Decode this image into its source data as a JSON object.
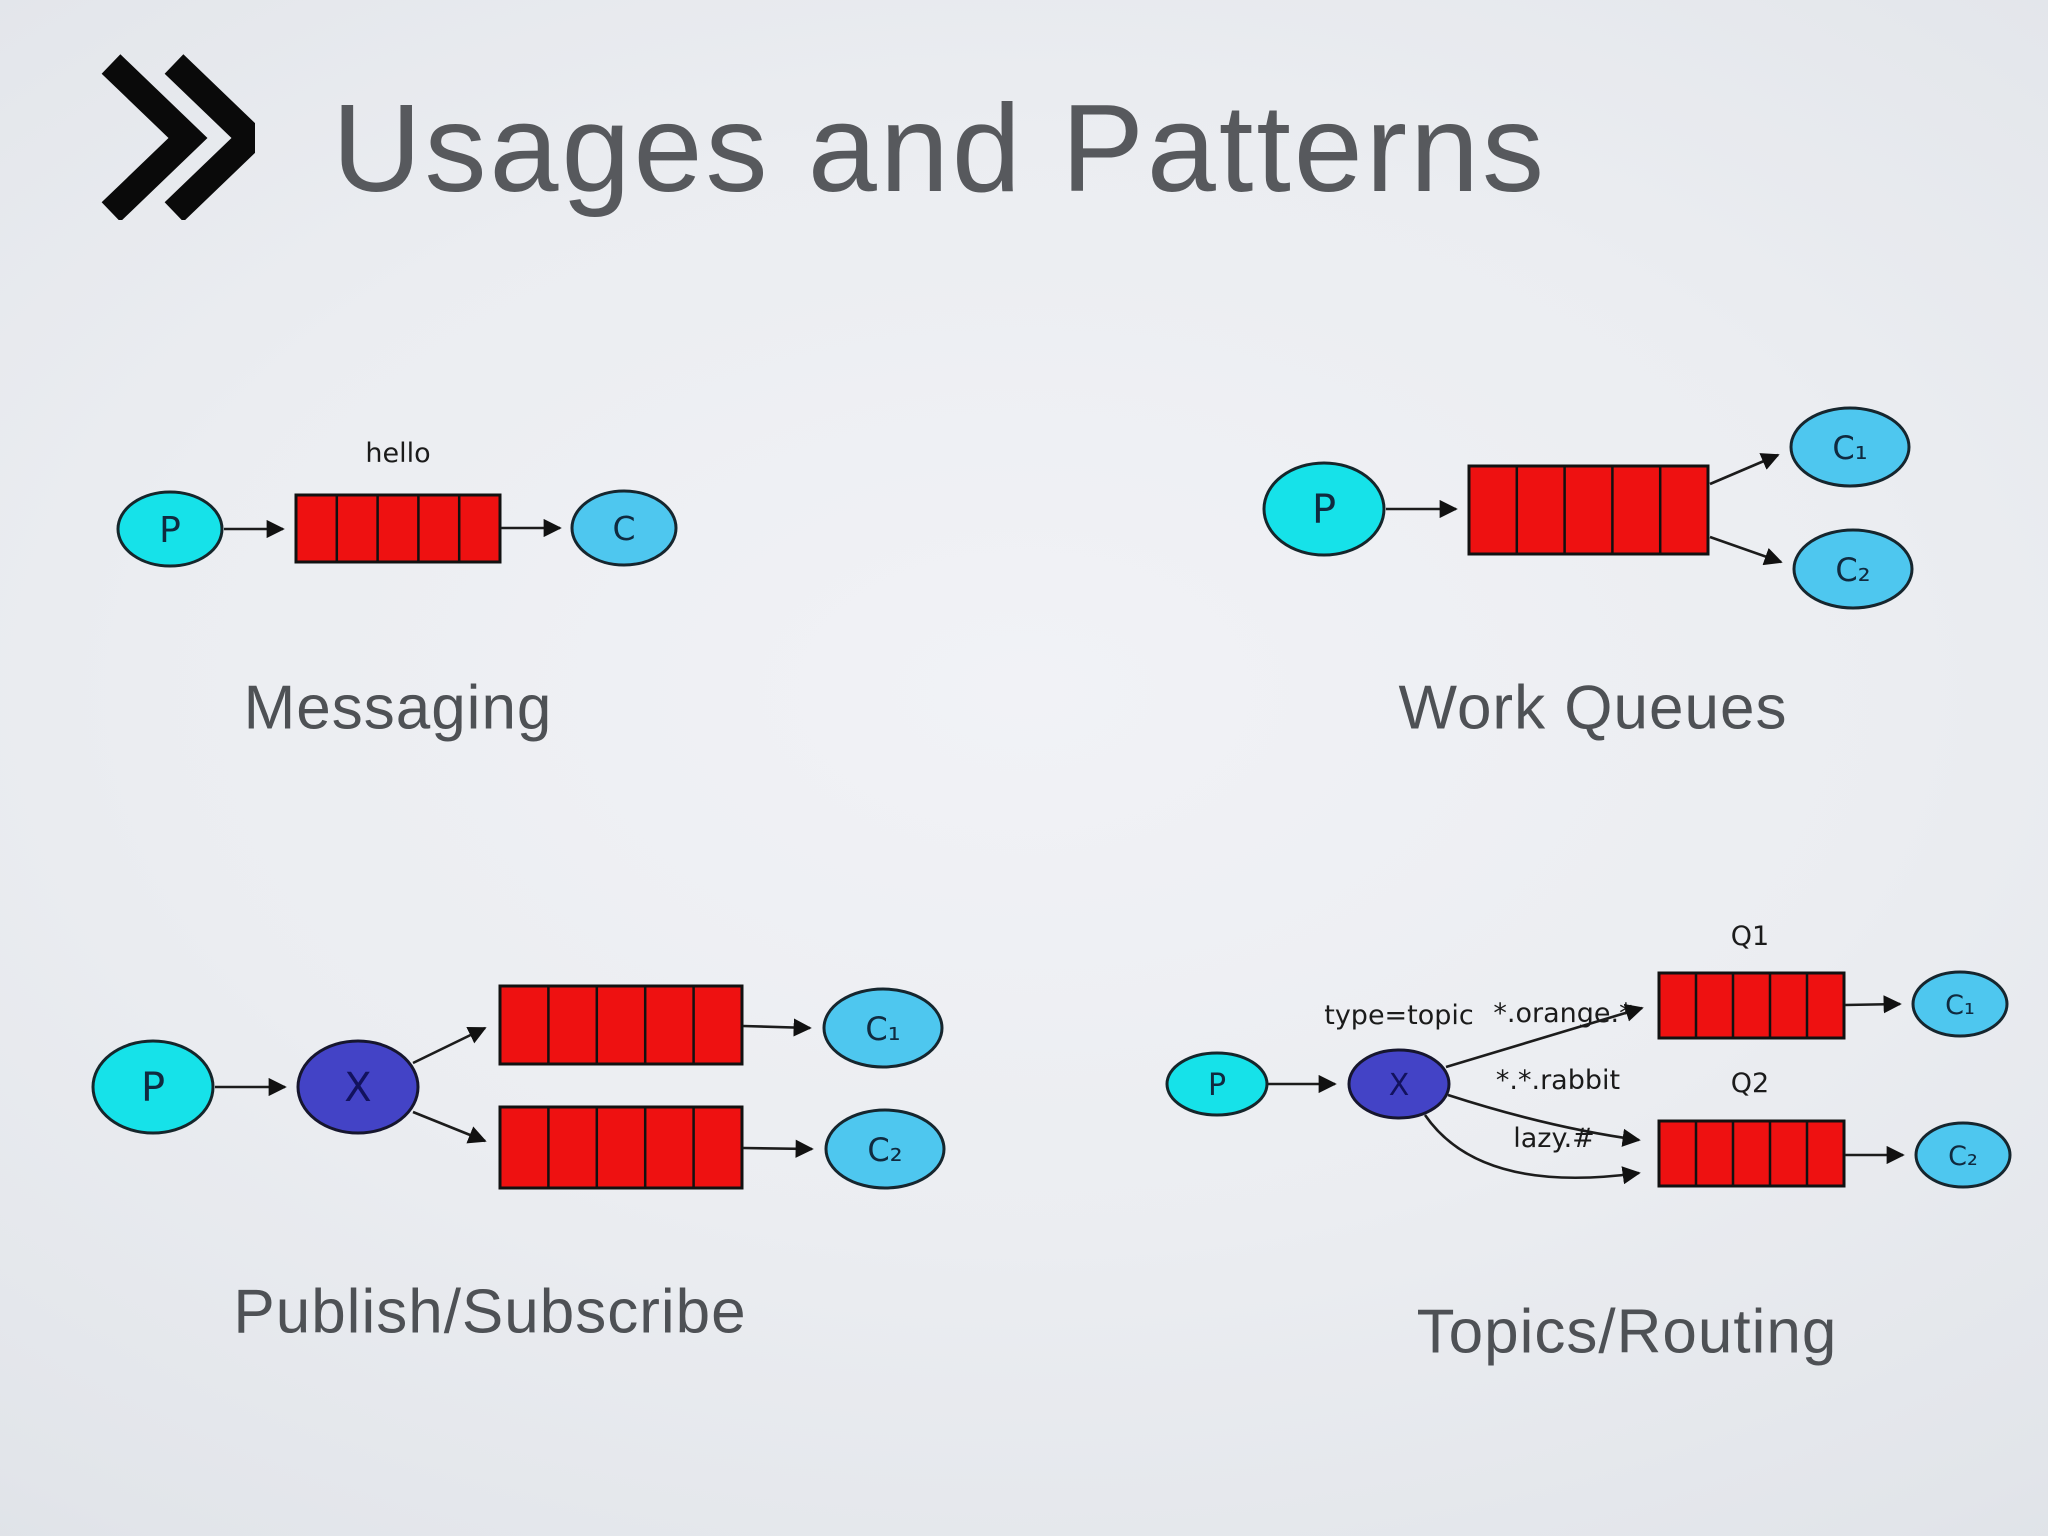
{
  "title": {
    "text": "Usages and Patterns",
    "icon": "double-chevron-right"
  },
  "colors": {
    "background_center": "#eef0f4",
    "background_corner": "#d3d7de",
    "title_text": "#57595d",
    "caption_text": "#4e5155",
    "producer_fill": "#16e2e9",
    "consumer_fill": "#4ec7ef",
    "exchange_fill": "#4343c6",
    "queue_fill": "#ee1111",
    "outline": "#111111"
  },
  "diagrams": {
    "messaging": {
      "caption": "Messaging",
      "queue_label": "hello",
      "queue_cells": 5,
      "producer": "P",
      "consumer": "C"
    },
    "work_queues": {
      "caption": "Work Queues",
      "queue_cells": 5,
      "producer": "P",
      "consumer1": "C₁",
      "consumer2": "C₂"
    },
    "publish_subscribe": {
      "caption": "Publish/Subscribe",
      "queue_cells": 5,
      "producer": "P",
      "exchange": "X",
      "consumer1": "C₁",
      "consumer2": "C₂"
    },
    "topics_routing": {
      "caption": "Topics/Routing",
      "queue_cells": 5,
      "producer": "P",
      "exchange": "X",
      "exchange_type": "type=topic",
      "routing_key1": "*.orange.*",
      "routing_key2": "*.*.rabbit",
      "routing_key3": "lazy.#",
      "queue1_label": "Q1",
      "queue2_label": "Q2",
      "consumer1": "C₁",
      "consumer2": "C₂"
    }
  }
}
